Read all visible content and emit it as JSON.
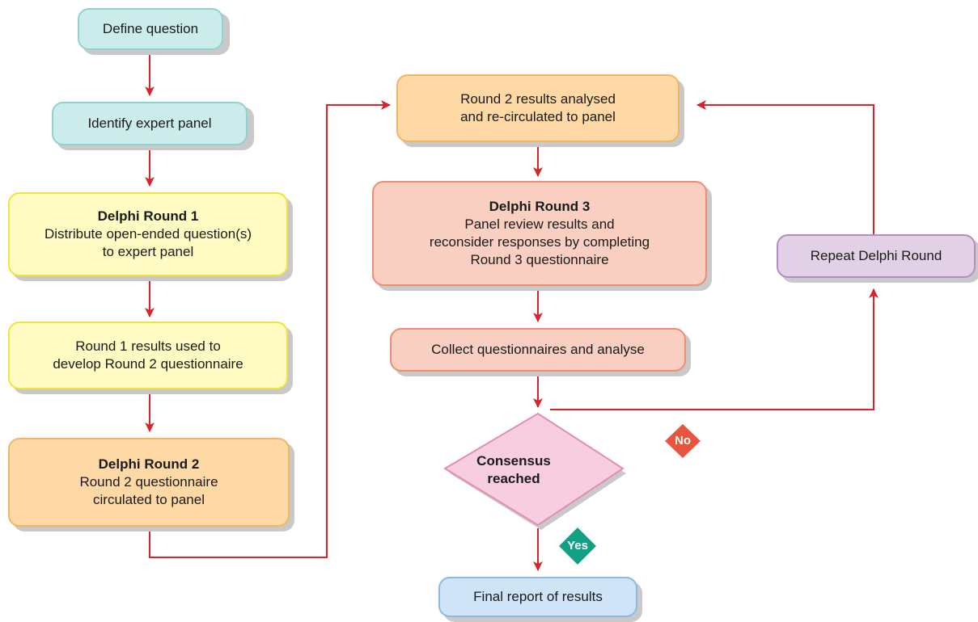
{
  "nodes": {
    "define_question": "Define question",
    "identify_panel": "Identify expert panel",
    "round1": {
      "title": "Delphi Round 1",
      "line1": "Distribute open-ended question(s)",
      "line2": "to expert panel"
    },
    "round1_results": {
      "line1": "Round 1 results used to",
      "line2": "develop Round 2 questionnaire"
    },
    "round2": {
      "title": "Delphi Round 2",
      "line1": "Round 2 questionnaire",
      "line2": "circulated to panel"
    },
    "round2_results": {
      "line1": "Round 2 results analysed",
      "line2": "and re-circulated to panel"
    },
    "round3": {
      "title": "Delphi Round 3",
      "line1": "Panel review results and",
      "line2": "reconsider responses by completing",
      "line3": "Round 3 questionnaire"
    },
    "collect": "Collect questionnaires and analyse",
    "consensus": {
      "line1": "Consensus",
      "line2": "reached"
    },
    "repeat": "Repeat Delphi Round",
    "final": "Final report of results"
  },
  "labels": {
    "no": "No",
    "yes": "Yes"
  },
  "colors": {
    "arrow": "#d8232a",
    "no_tag": "#e8553e",
    "yes_tag": "#12a085",
    "diamond_fill": "#f7cde0",
    "diamond_stroke": "#e58bb5"
  }
}
